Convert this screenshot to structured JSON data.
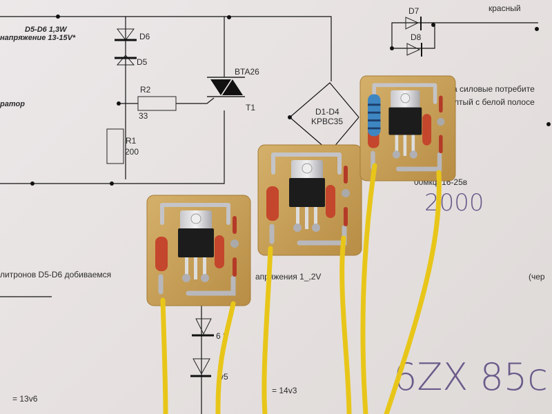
{
  "schematic": {
    "note_diodes": "D5-D6 1,3W",
    "note_voltage": "напряжение 13-15V*",
    "d6": "D6",
    "d5": "D5",
    "triac_model": "BTA26",
    "left_fragment": "ратор",
    "r2": "R2",
    "r2_value": "33",
    "t1": "T1",
    "r1": "R1",
    "r1_value": "200",
    "bridge": "D1-D4",
    "bridge_model": "KPBC35",
    "d7": "D7",
    "d8": "D8",
    "red_label": "красный",
    "loads_fragment": "а силовые потребите",
    "stripe_fragment": "лтый с белой полосе",
    "cap_fragment": "00мкф 16-25в",
    "bottom_left_text": "литронов D5-D6  добиваемся",
    "bottom_mid_text": "апряжения 1_,2V",
    "bottom_right_text": "(чер",
    "zener_1": "6 3",
    "zener_2": "v5",
    "result_1": "= 13v6",
    "result_2": "= 14v3"
  },
  "handwriting": {
    "capacitance": "2000",
    "part_number": "6ZX 85c"
  },
  "colors": {
    "pcb": "#c9a25a",
    "wire": "#e8c619",
    "solder": "#b8b8bc",
    "resistor_red": "#c4462c",
    "resistor_blue": "#3d86c2"
  }
}
